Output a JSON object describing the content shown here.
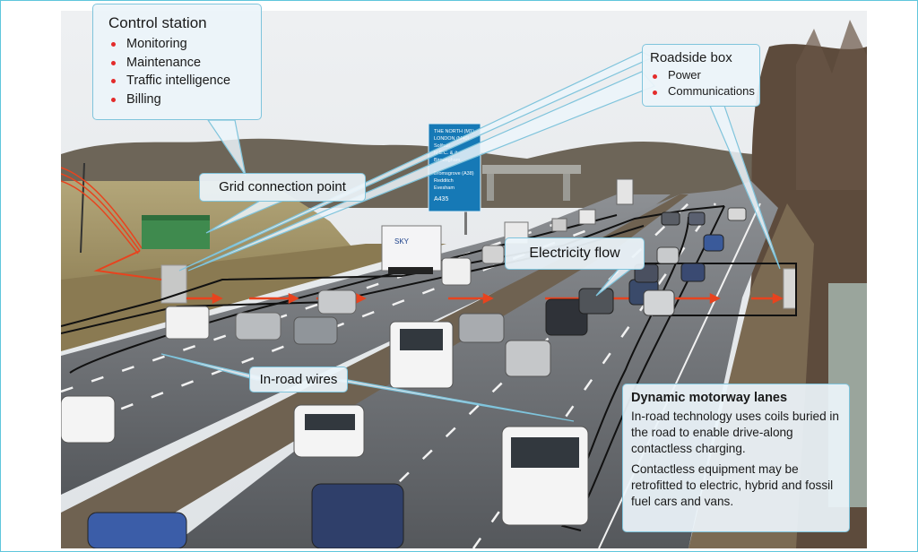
{
  "colors": {
    "frame_border": "#5fc6dc",
    "callout_fill": "#ecf4fa",
    "callout_border": "#7fc4dc",
    "bullet": "#e32b2b",
    "flow_arrow": "#e8431e",
    "wire": "#111111"
  },
  "control_station": {
    "title": "Control station",
    "items": [
      "Monitoring",
      "Maintenance",
      "Traffic intelligence",
      "Billing"
    ]
  },
  "roadside_box": {
    "title": "Roadside box",
    "items": [
      "Power",
      "Communications"
    ]
  },
  "grid_connection": {
    "label": "Grid connection point"
  },
  "electricity_flow": {
    "label": "Electricity flow"
  },
  "in_road_wires": {
    "label": "In-road wires"
  },
  "dynamic_lanes": {
    "title": "Dynamic motorway lanes",
    "paragraph1": "In-road technology uses coils buried in the road to enable drive-along contactless charging.",
    "paragraph2": "Contactless equipment may be retrofitted to electric, hybrid and fossil fuel cars and vans."
  },
  "scene": {
    "sign_lines": [
      "THE NORTH (M1)",
      "LONDON (M40)",
      "Solihull",
      "N.E.C. & ✈",
      "Birmingham",
      "Bromsgrove (A38)",
      "Redditch",
      "Evesham",
      "A435"
    ],
    "truck_text": "SKY"
  }
}
